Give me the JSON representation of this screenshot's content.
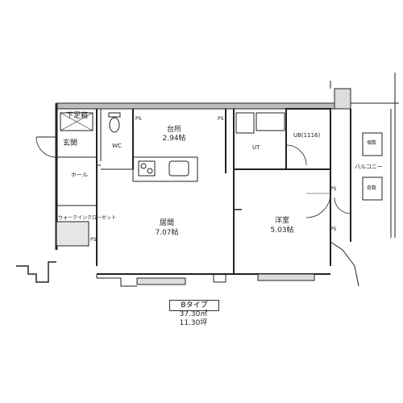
{
  "rooms": {
    "shoe_box": "下足箱",
    "entrance": "玄関",
    "hall": "ホール",
    "walkin_closet": "ウォークインクローゼット",
    "wc": "WC",
    "kitchen": "台所",
    "kitchen_size": "2.94帖",
    "living": "居間",
    "living_size": "7.07帖",
    "western": "洋室",
    "western_size": "5.03帖",
    "utility": "UT",
    "bath": "UB(1116)",
    "balcony": "バルコニー"
  },
  "markers": {
    "ps": "PS",
    "unit_a": "個数",
    "unit_b": "奇数"
  },
  "plan_info": {
    "type_label": "Bタイプ",
    "area_sqm": "37.30㎡",
    "area_tsubo": "11.30坪"
  }
}
